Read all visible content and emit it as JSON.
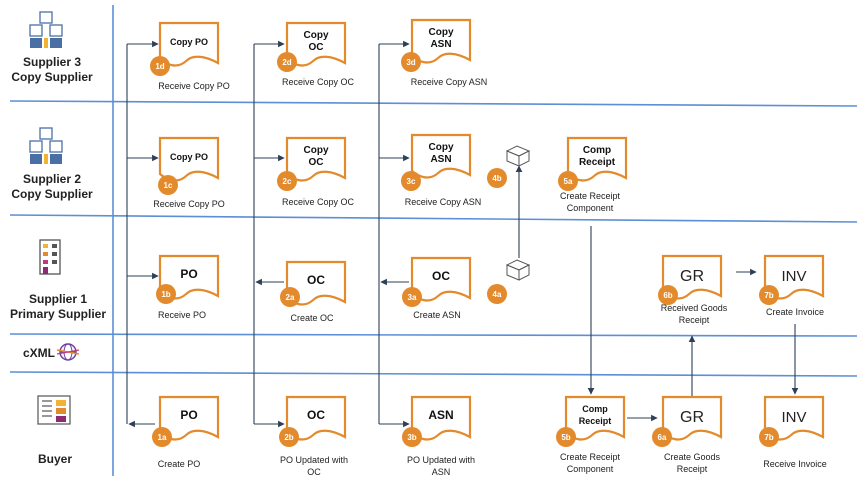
{
  "colors": {
    "lane_line": "#5b8fd6",
    "doc_border": "#e38a2c",
    "badge": "#e38a2c",
    "arrow": "#2e4057"
  },
  "lanes": [
    {
      "label_line1": "Supplier 3",
      "label_line2": "Copy Supplier",
      "icon": "supplier-boxes-icon"
    },
    {
      "label_line1": "Supplier 2",
      "label_line2": "Copy Supplier",
      "icon": "supplier-boxes-icon"
    },
    {
      "label_line1": "Supplier 1",
      "label_line2": "Primary Supplier",
      "icon": "building-icon"
    },
    {
      "label_line1": "cXML",
      "label_line2": "",
      "icon": "globe-icon"
    },
    {
      "label_line1": "Buyer",
      "label_line2": "",
      "icon": "document-report-icon"
    }
  ],
  "docs": {
    "d1d": {
      "title1": "Copy PO",
      "title2": "",
      "badge": "1d",
      "caption1": "Receive Copy  PO",
      "caption2": ""
    },
    "d2d": {
      "title1": "Copy",
      "title2": "OC",
      "badge": "2d",
      "caption1": "Receive Copy OC",
      "caption2": ""
    },
    "d3d": {
      "title1": "Copy",
      "title2": "ASN",
      "badge": "3d",
      "caption1": "Receive Copy ASN",
      "caption2": ""
    },
    "d1c": {
      "title1": "Copy PO",
      "title2": "",
      "badge": "1c",
      "caption1": "Receive Copy PO",
      "caption2": ""
    },
    "d2c": {
      "title1": "Copy",
      "title2": "OC",
      "badge": "2c",
      "caption1": "Receive Copy  OC",
      "caption2": ""
    },
    "d3c": {
      "title1": "Copy",
      "title2": "ASN",
      "badge": "3c",
      "caption1": "Receive Copy ASN",
      "caption2": ""
    },
    "d5a": {
      "title1": "Comp",
      "title2": "Receipt",
      "badge": "5a",
      "caption1": "Create Receipt",
      "caption2": "Component"
    },
    "d1b": {
      "title1": "PO",
      "title2": "",
      "badge": "1b",
      "caption1": "Receive PO",
      "caption2": ""
    },
    "d2a": {
      "title1": "OC",
      "title2": "",
      "badge": "2a",
      "caption1": "Create OC",
      "caption2": ""
    },
    "d3a": {
      "title1": "OC",
      "title2": "",
      "badge": "3a",
      "caption1": "Create ASN",
      "caption2": ""
    },
    "d6b": {
      "title1": "GR",
      "title2": "",
      "badge": "6b",
      "caption1": "Received Goods",
      "caption2": "Receipt"
    },
    "d7b1": {
      "title1": "INV",
      "title2": "",
      "badge": "7b",
      "caption1": "Create Invoice",
      "caption2": ""
    },
    "d1a": {
      "title1": "PO",
      "title2": "",
      "badge": "1a",
      "caption1": "Create PO",
      "caption2": ""
    },
    "d2b": {
      "title1": "OC",
      "title2": "",
      "badge": "2b",
      "caption1": "PO Updated with",
      "caption2": "OC"
    },
    "d3b": {
      "title1": "ASN",
      "title2": "",
      "badge": "3b",
      "caption1": "PO Updated with",
      "caption2": "ASN"
    },
    "d5b": {
      "title1": "Comp",
      "title2": "Receipt",
      "badge": "5b",
      "caption1": "Create Receipt",
      "caption2": "Component"
    },
    "d6a": {
      "title1": "GR",
      "title2": "",
      "badge": "6a",
      "caption1": "Create Goods",
      "caption2": "Receipt"
    },
    "d7b2": {
      "title1": "INV",
      "title2": "",
      "badge": "7b",
      "caption1": "Receive Invoice",
      "caption2": ""
    }
  },
  "packages": [
    {
      "badge": "4b"
    },
    {
      "badge": "4a"
    }
  ]
}
